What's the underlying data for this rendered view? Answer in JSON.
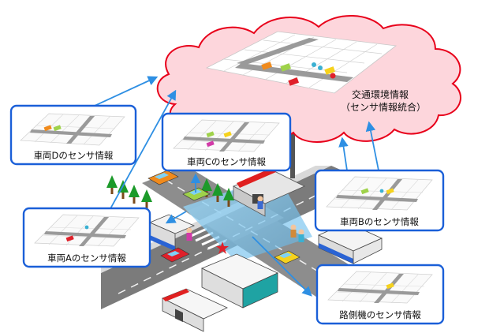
{
  "colors": {
    "cloud_fill": "#fdd6dc",
    "cloud_stroke": "#e8001a",
    "panel_border": "#1a5fd8",
    "arrow": "#2e8fe3",
    "road": "#8a8a8a",
    "sky_beam": "#7cc8f0"
  },
  "cloud": {
    "title": "交通環境情報",
    "subtitle": "（センサ情報統合）"
  },
  "panels": [
    {
      "id": "vehicle-d",
      "label": "車両Dのセンサ情報"
    },
    {
      "id": "vehicle-c",
      "label": "車両Cのセンサ情報"
    },
    {
      "id": "vehicle-b",
      "label": "車両Bのセンサ情報"
    },
    {
      "id": "vehicle-a",
      "label": "車両Aのセンサ情報"
    },
    {
      "id": "roadside",
      "label": "路側機のセンサ情報"
    }
  ]
}
